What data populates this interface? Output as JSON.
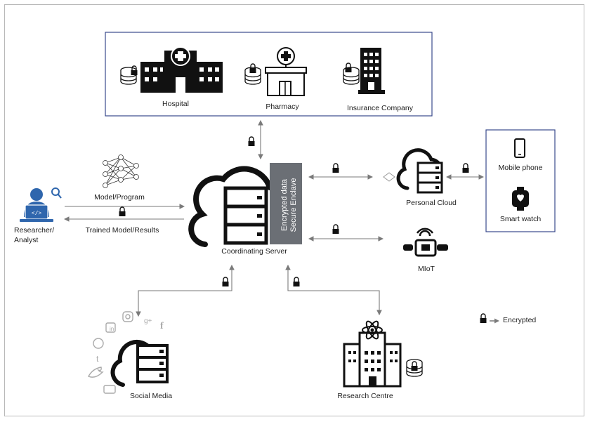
{
  "institutions": {
    "hospital": "Hospital",
    "pharmacy": "Pharmacy",
    "insurance": "Insurance Company"
  },
  "researcher": {
    "label_line1": "Researcher/",
    "label_line2": "Analyst",
    "model_program": "Model/Program",
    "trained_model": "Trained Model/Results"
  },
  "server": {
    "label": "Coordinating Server",
    "encrypted_data": "Encrypted data",
    "secure_enclave": "Secure Enclave"
  },
  "personal": {
    "cloud": "Personal Cloud",
    "mobile_phone": "Mobile phone",
    "smart_watch": "Smart watch",
    "miot": "MIoT"
  },
  "bottom": {
    "social_media": "Social Media",
    "research_centre": "Research Centre"
  },
  "legend": {
    "encrypted": "Encrypted"
  },
  "colors": {
    "enclave": "#6b6f75",
    "researcher": "#2f66ad",
    "lines": "#8a8a8a",
    "box": "#3a4a8c"
  }
}
